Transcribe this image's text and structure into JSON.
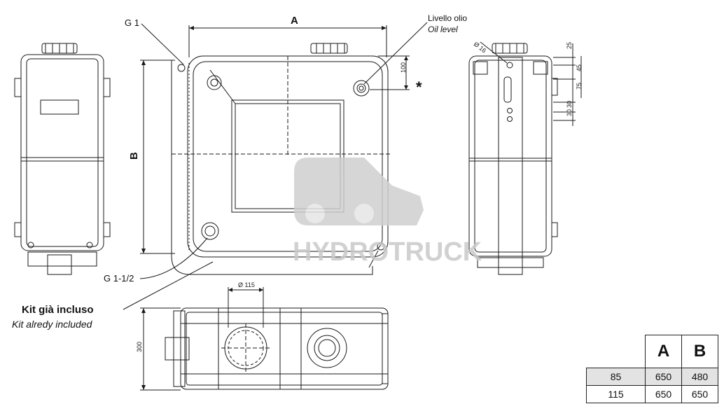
{
  "labels": {
    "dim_a": "A",
    "dim_b": "B",
    "g1": "G 1",
    "g1_half": "G 1-1/2",
    "oil_level_it": "Livello olio",
    "oil_level_en": "Oil level",
    "asterisk": "*",
    "kit_it": "Kit già incluso",
    "kit_en": "Kit alredy included",
    "dia_115": "Ø 115",
    "dia_16": "Ø 16",
    "dim_300": "300",
    "dim_100": "100",
    "side_25": "25",
    "side_45": "45",
    "side_75": "75",
    "side_30a": "30",
    "side_30b": "30",
    "watermark": "HYDROTRUCK"
  },
  "table": {
    "headers": [
      "A",
      "B"
    ],
    "rows": [
      {
        "capacity": "85",
        "a": "650",
        "b": "480"
      },
      {
        "capacity": "115",
        "a": "650",
        "b": "650"
      }
    ]
  },
  "colors": {
    "line": "#1a1a1a",
    "watermark": "#c9c9c9",
    "row_shade": "#e3e3e3"
  }
}
